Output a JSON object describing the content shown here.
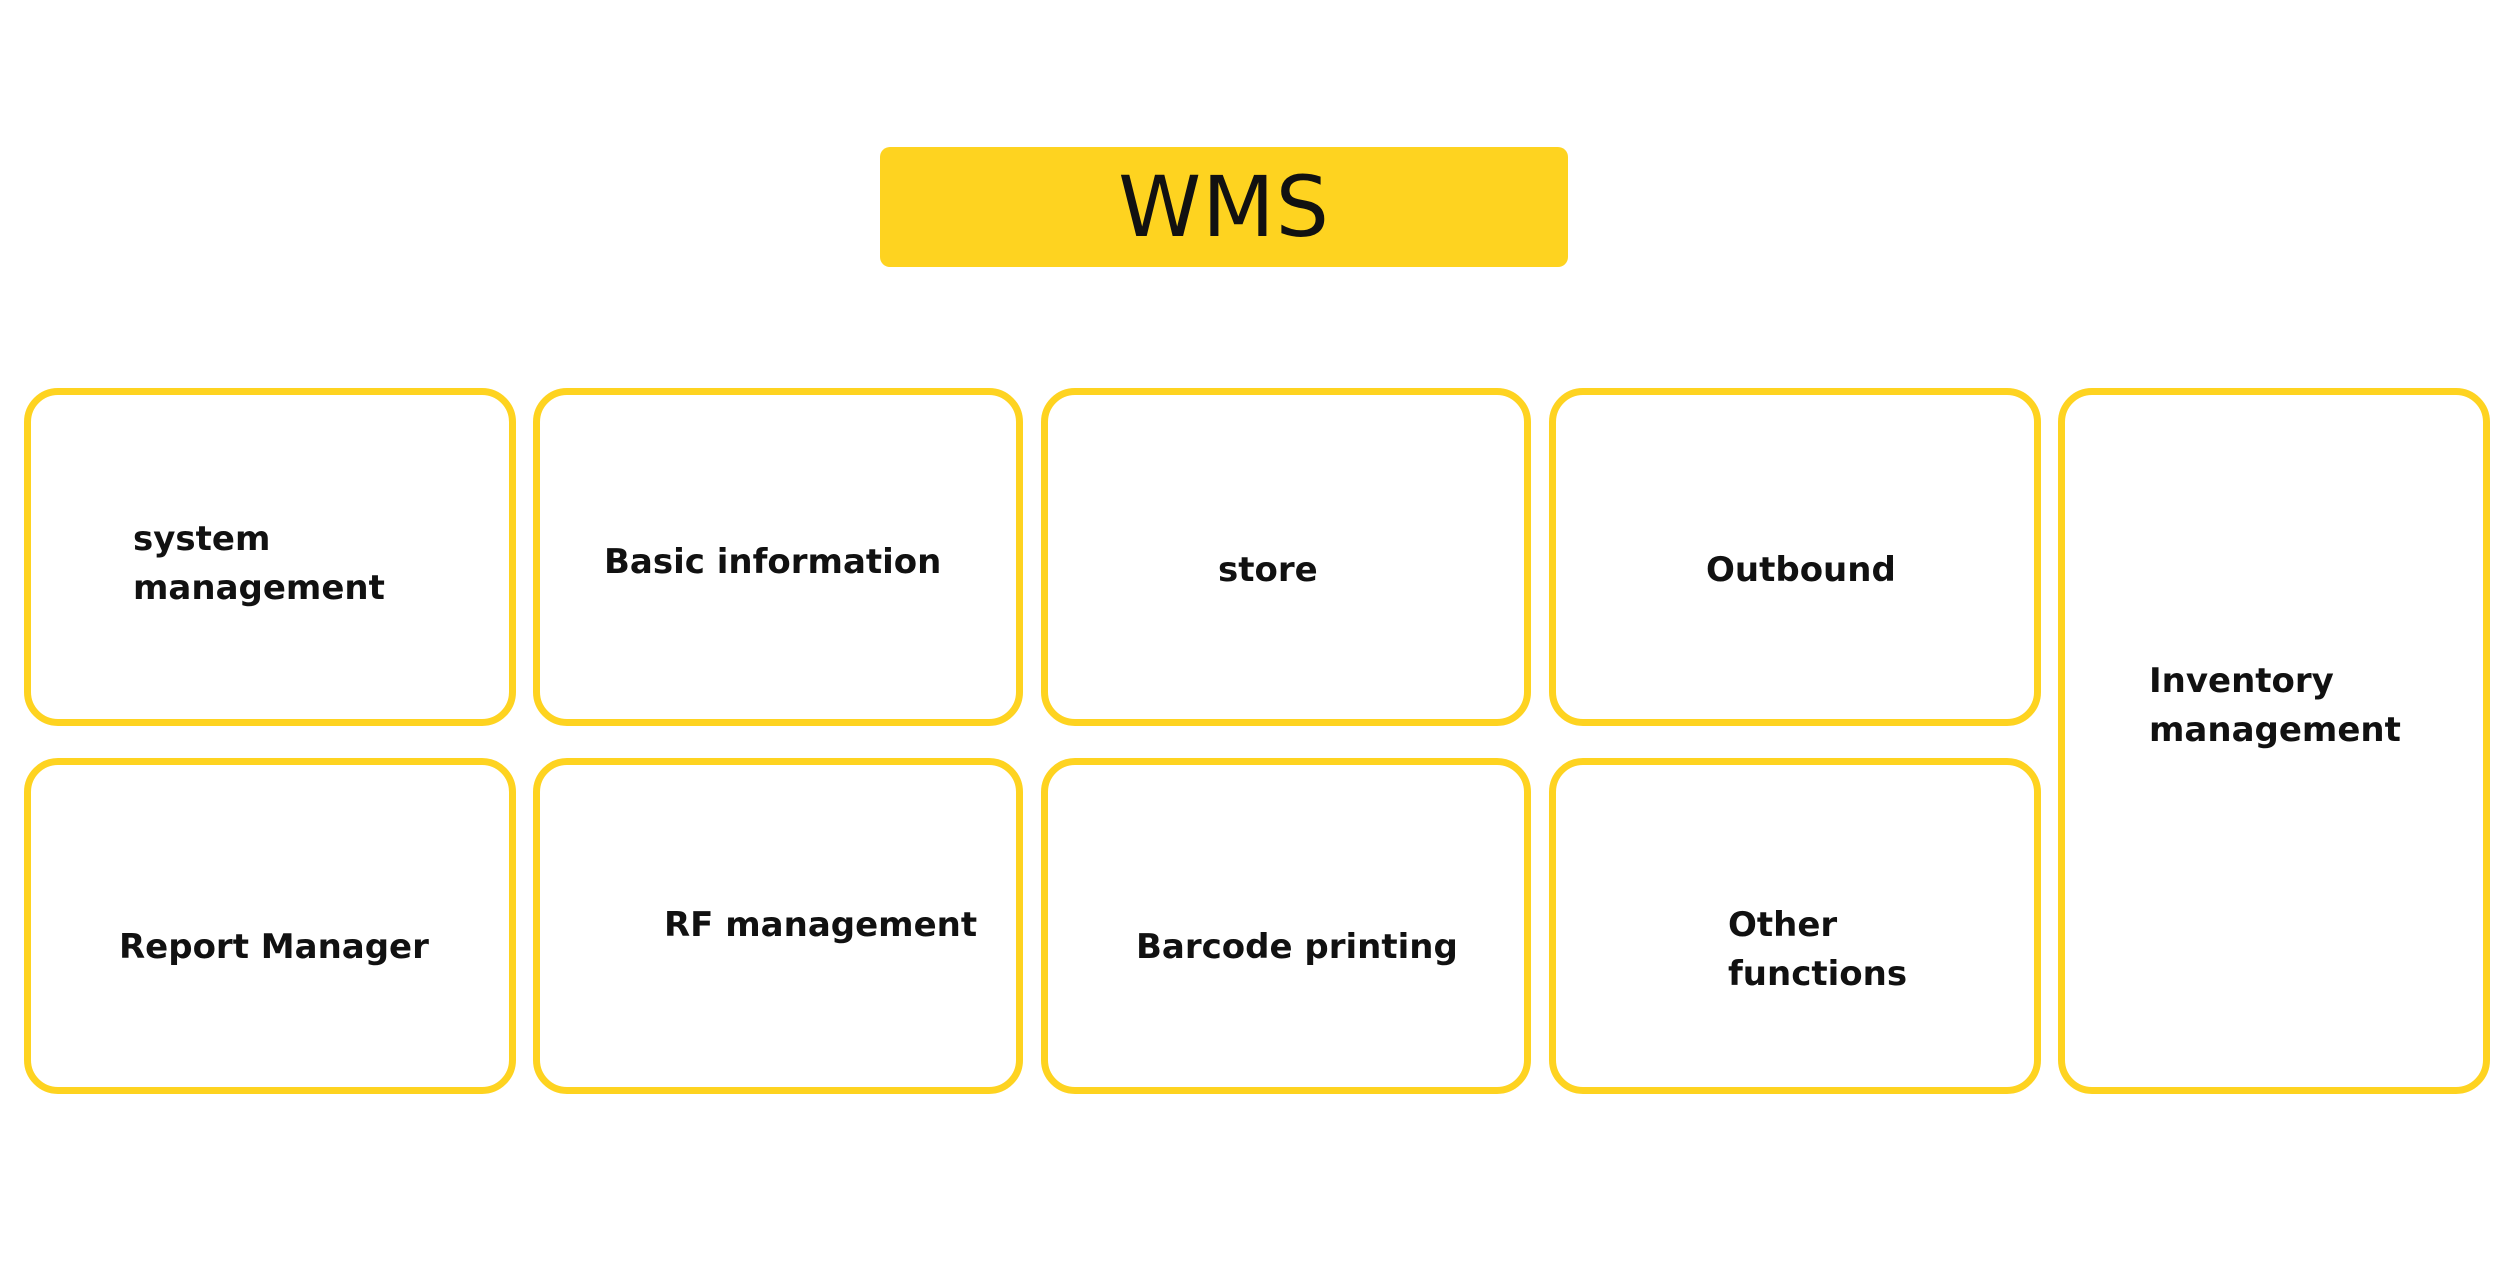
{
  "title": "WMS",
  "colors": {
    "accent": "#fed320",
    "text": "#111111",
    "background": "#ffffff"
  },
  "modules": [
    {
      "label": "system\nmanagement"
    },
    {
      "label": "Basic information"
    },
    {
      "label": "store"
    },
    {
      "label": "Outbound"
    },
    {
      "label": "Inventory\nmanagement"
    },
    {
      "label": "Report Manager"
    },
    {
      "label": "RF management"
    },
    {
      "label": "Barcode printing"
    },
    {
      "label": "Other\nfunctions"
    }
  ]
}
